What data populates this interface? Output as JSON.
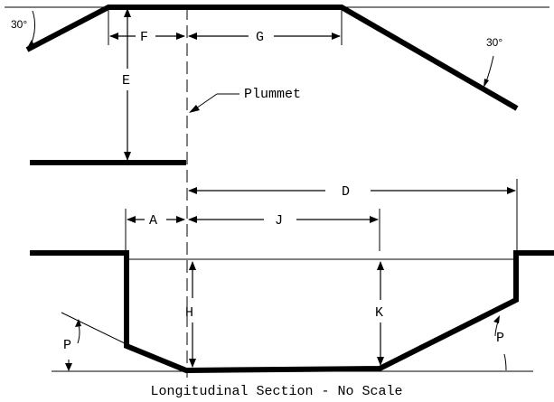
{
  "labels": {
    "angle_left": "30°",
    "angle_right": "30°",
    "F": "F",
    "G": "G",
    "E": "E",
    "plummet": "Plummet",
    "D": "D",
    "A": "A",
    "J": "J",
    "H": "H",
    "K": "K",
    "P_left": "P",
    "P_right": "P",
    "caption": "Longitudinal Section - No Scale"
  }
}
